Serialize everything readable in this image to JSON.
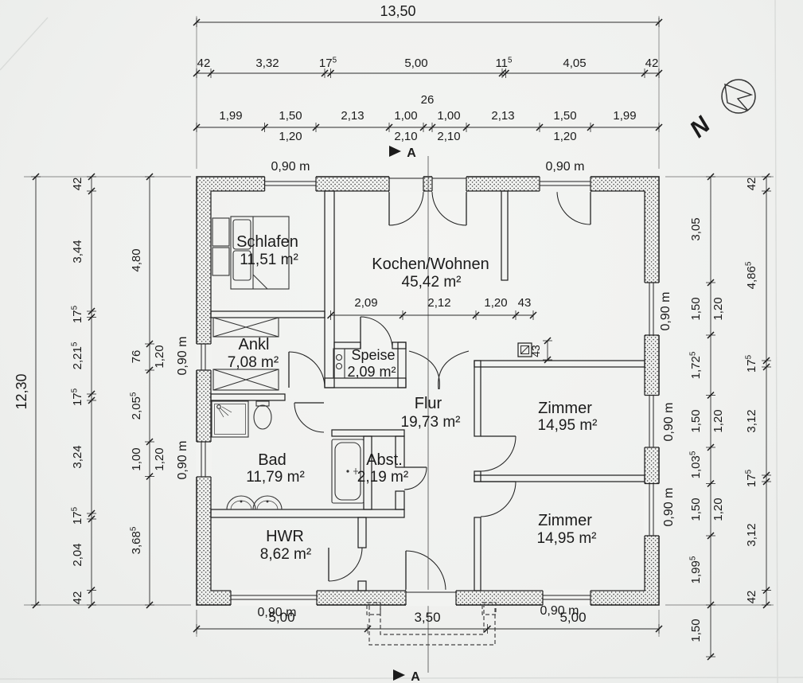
{
  "plan": {
    "compass": "N",
    "section": "A",
    "window_label": "0,90 m",
    "rooms": [
      {
        "name": "Schlafen",
        "area": "11,51 m²"
      },
      {
        "name": "Kochen/Wohnen",
        "area": "45,42 m²"
      },
      {
        "name": "Ankl",
        "area": "7,08 m²"
      },
      {
        "name": "Speise",
        "area": "2,09 m²"
      },
      {
        "name": "Flur",
        "area": "19,73 m²"
      },
      {
        "name": "Zimmer",
        "area": "14,95 m²"
      },
      {
        "name": "Zimmer",
        "area": "14,95 m²"
      },
      {
        "name": "Bad",
        "area": "11,79 m²"
      },
      {
        "name": "Abst.",
        "area": "2,19 m²"
      },
      {
        "name": "HWR",
        "area": "8,62 m²"
      }
    ],
    "dims": {
      "overall_width": "13,50",
      "overall_height": "12,30",
      "top_structure": [
        "42",
        "3,32",
        "17|5",
        "5,00",
        "11|5",
        "4,05",
        "42"
      ],
      "top_openings": [
        "1,99",
        "1,50",
        "2,13",
        "1,00",
        "1,00",
        "2,13",
        "1,50",
        "1,99"
      ],
      "top_openings_sub": [
        "1,20",
        "2,10",
        "2,10",
        "1,20"
      ],
      "top_center": "26",
      "left_structure": [
        "42",
        "3,44",
        "17|5",
        "2,21|5",
        "17|5",
        "3,24",
        "17|5",
        "2,04",
        "42"
      ],
      "left_openings": [
        "4,80",
        "76",
        "2,05|5",
        "1,00",
        "3,68|5"
      ],
      "left_openings_sub": [
        "1,20",
        "1,20"
      ],
      "right_openings": [
        "3,05",
        "1,50",
        "1,72|5",
        "1,50",
        "1,03|5",
        "1,50",
        "1,99|5",
        "1,50"
      ],
      "right_openings_sub": [
        "1,20",
        "1,20",
        "1,20"
      ],
      "right_structure": [
        "42",
        "4,86|5",
        "17|5",
        "3,12",
        "17|5",
        "3,12",
        "42"
      ],
      "bottom": [
        "5,00",
        "3,50",
        "5,00"
      ],
      "interior": [
        "2,09",
        "2,12",
        "1,20",
        "43"
      ],
      "chimney": "43"
    }
  }
}
